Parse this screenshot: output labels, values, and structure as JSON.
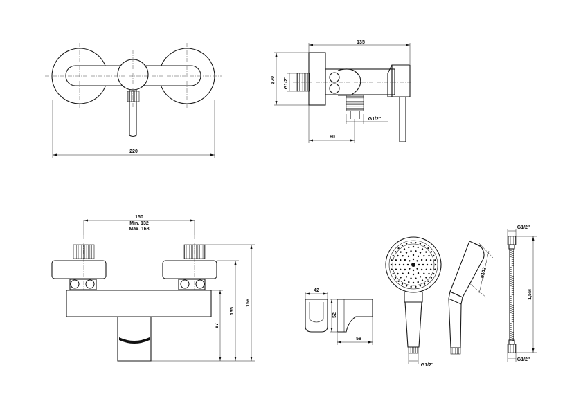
{
  "dimensions": {
    "front_width": "220",
    "side_depth": "135",
    "side_diameter": "⌀70",
    "side_thread": "G1/2\"",
    "side_offset": "60",
    "outlet_thread": "G1/2\"",
    "centers": "150",
    "centers_min": "Min. 132",
    "centers_max": "Max. 168",
    "height_total": "156",
    "height_135": "135",
    "height_97": "97",
    "holder_width": "42",
    "holder_height": "52",
    "holder_depth": "58",
    "head_diameter": "⌀102",
    "hand_thread": "G1/2\"",
    "hose_thread_top": "G1/2\"",
    "hose_thread_bottom": "G1/2\"",
    "hose_length": "1,5M"
  }
}
